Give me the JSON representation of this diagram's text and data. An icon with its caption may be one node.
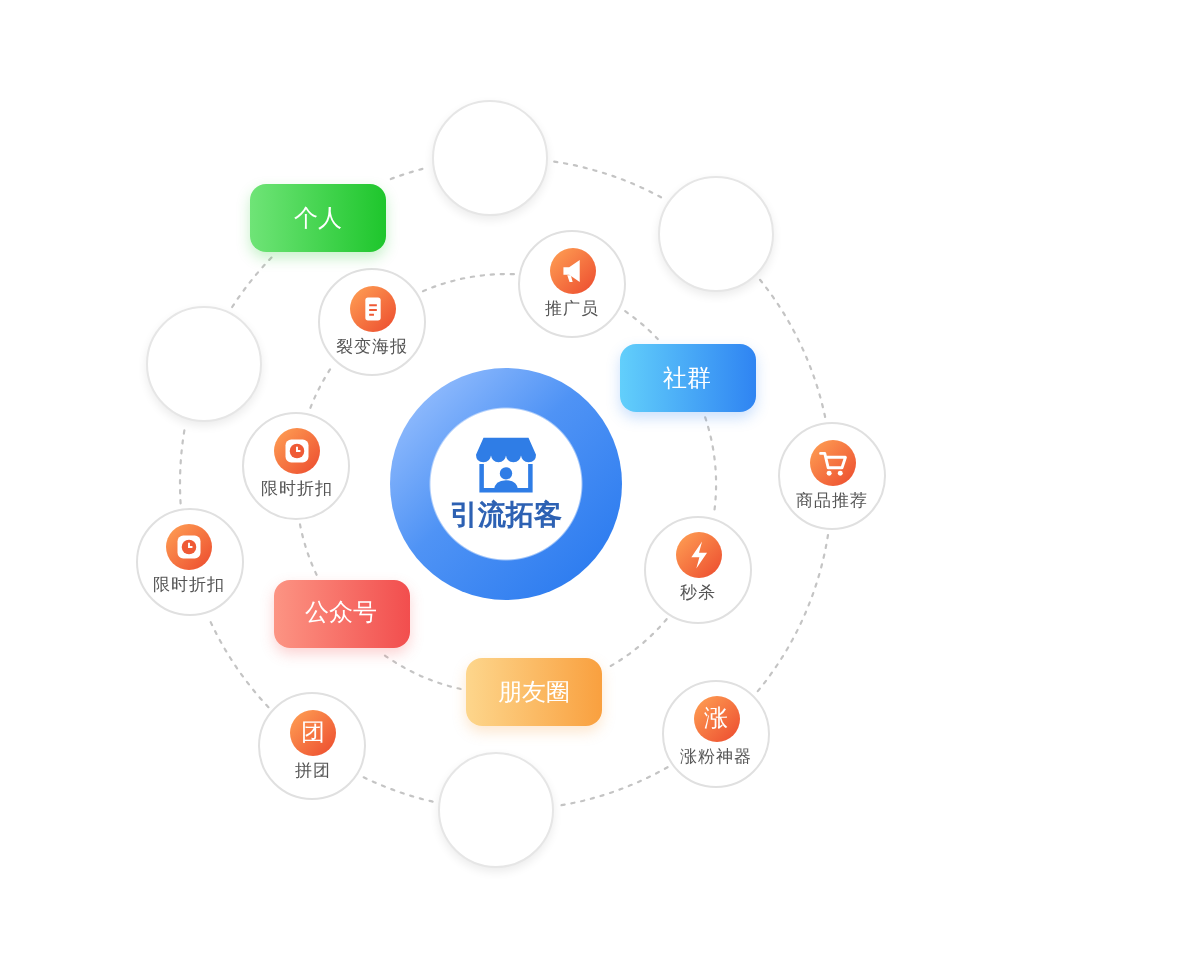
{
  "diagram": {
    "nodes": [
      {
        "text": [
          "引流拓客"
        ]
      },
      {
        "text": [
          "推广员"
        ]
      },
      {
        "text": [
          "社群"
        ]
      },
      {
        "text": [
          "秒杀"
        ]
      },
      {
        "text": [
          "朋友圈"
        ]
      },
      {
        "text": [
          "公众号"
        ]
      },
      {
        "text": [
          "限时折扣"
        ]
      },
      {
        "text": [
          "裂变海报"
        ]
      },
      {
        "text": [],
        "shape": "circle"
      },
      {
        "text": [],
        "shape": "circle"
      },
      {
        "text": [
          "商品推荐"
        ]
      },
      {
        "text": [
          "涨",
          "涨粉神器"
        ]
      },
      {
        "text": [],
        "shape": "circle"
      },
      {
        "text": [
          "团",
          "拼团"
        ]
      },
      {
        "text": [
          "限时折扣"
        ]
      },
      {
        "text": [],
        "shape": "circle"
      },
      {
        "text": [
          "个人"
        ]
      }
    ],
    "edges": [
      {
        "from": 1,
        "to": 2,
        "arrow": "none",
        "style": "dashed"
      },
      {
        "from": 2,
        "to": 3,
        "arrow": "none",
        "style": "dashed"
      },
      {
        "from": 3,
        "to": 4,
        "arrow": "none",
        "style": "dashed"
      },
      {
        "from": 4,
        "to": 5,
        "arrow": "none",
        "style": "dashed"
      },
      {
        "from": 5,
        "to": 6,
        "arrow": "none",
        "style": "dashed"
      },
      {
        "from": 6,
        "to": 7,
        "arrow": "none",
        "style": "dashed"
      },
      {
        "from": 7,
        "to": 1,
        "arrow": "none",
        "style": "dashed"
      },
      {
        "from": 8,
        "to": 9,
        "arrow": "none",
        "style": "dashed"
      },
      {
        "from": 9,
        "to": 10,
        "arrow": "none",
        "style": "dashed"
      },
      {
        "from": 10,
        "to": 11,
        "arrow": "none",
        "style": "dashed"
      },
      {
        "from": 11,
        "to": 12,
        "arrow": "none",
        "style": "dashed"
      },
      {
        "from": 12,
        "to": 13,
        "arrow": "none",
        "style": "dashed"
      },
      {
        "from": 13,
        "to": 14,
        "arrow": "none",
        "style": "dashed"
      },
      {
        "from": 14,
        "to": 15,
        "arrow": "none",
        "style": "dashed"
      },
      {
        "from": 15,
        "to": 16,
        "arrow": "none",
        "style": "dashed"
      },
      {
        "from": 16,
        "to": 8,
        "arrow": "none",
        "style": "dashed"
      }
    ]
  }
}
